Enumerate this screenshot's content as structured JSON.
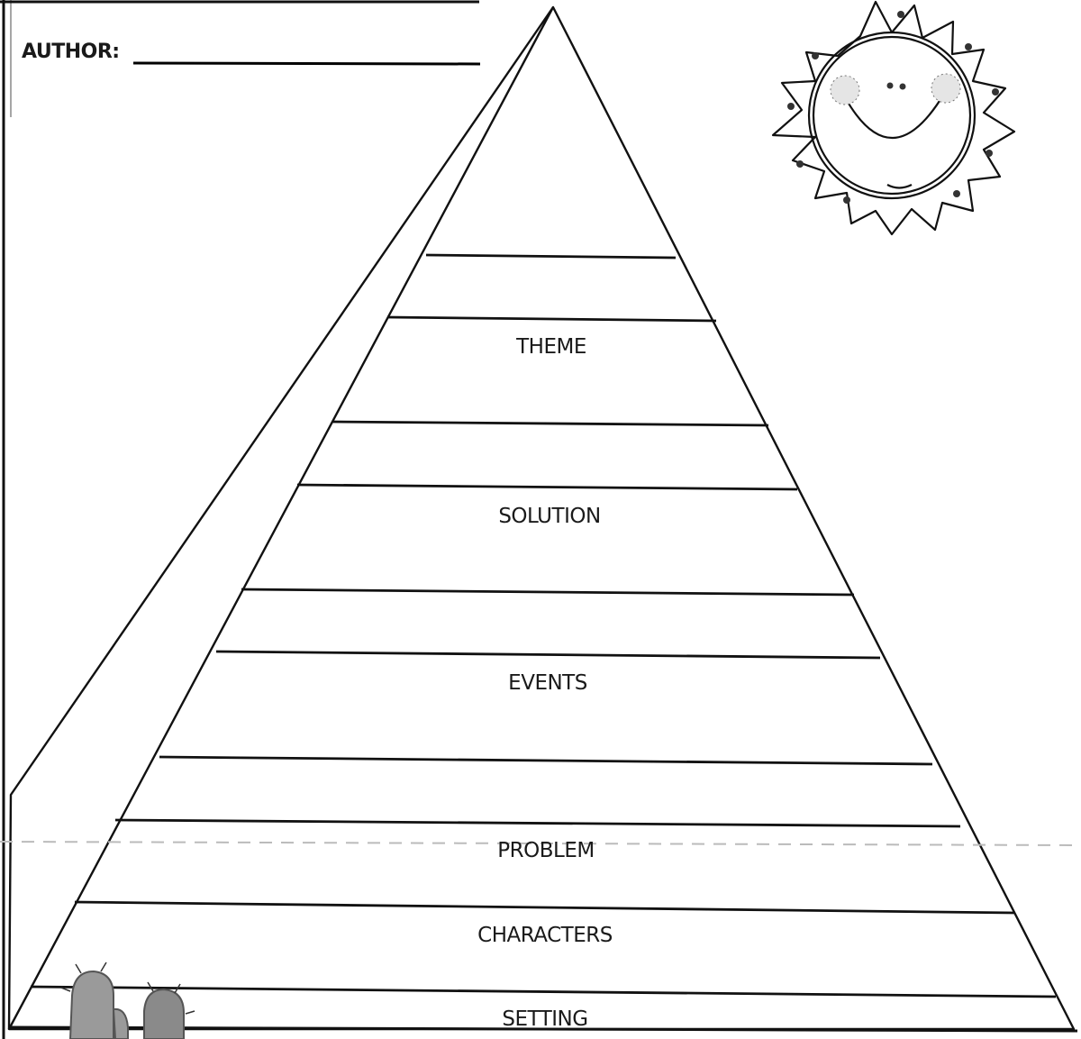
{
  "worksheet": {
    "author_label": "AUTHOR:",
    "tiers": [
      {
        "id": "theme",
        "label": "THEME"
      },
      {
        "id": "solution",
        "label": "SOLUTION"
      },
      {
        "id": "events",
        "label": "EVENTS"
      },
      {
        "id": "problem",
        "label": "PROBLEM"
      },
      {
        "id": "characters",
        "label": "CHARACTERS"
      },
      {
        "id": "setting",
        "label": "SETTING"
      }
    ]
  },
  "clipart": {
    "top_right": "sun-icon",
    "bottom_left": "cactus-icon"
  }
}
